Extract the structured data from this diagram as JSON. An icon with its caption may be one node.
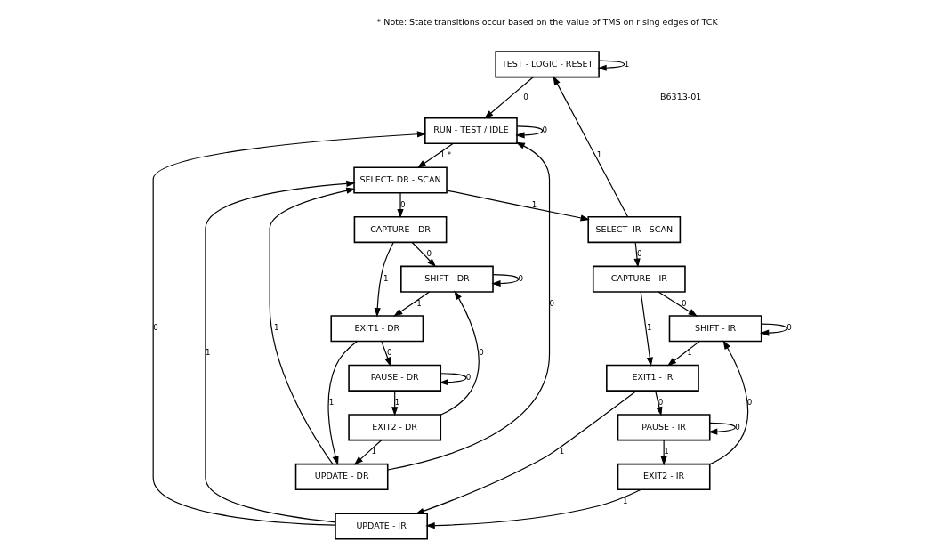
{
  "diagram": {
    "nodes": [
      {
        "text": [
          "TEST - LOGIC - RESET"
        ]
      },
      {
        "text": [
          "RUN - TEST / IDLE"
        ]
      },
      {
        "text": [
          "SELECT- DR - SCAN"
        ]
      },
      {
        "text": [
          "SELECT- IR - SCAN"
        ]
      },
      {
        "text": [
          "CAPTURE - DR"
        ]
      },
      {
        "text": [
          "SHIFT - DR"
        ]
      },
      {
        "text": [
          "EXIT1 - DR"
        ]
      },
      {
        "text": [
          "PAUSE - DR"
        ]
      },
      {
        "text": [
          "EXIT2 - DR"
        ]
      },
      {
        "text": [
          "UPDATE - DR"
        ]
      },
      {
        "text": [
          "CAPTURE - IR"
        ]
      },
      {
        "text": [
          "SHIFT - IR"
        ]
      },
      {
        "text": [
          "EXIT1 - IR"
        ]
      },
      {
        "text": [
          "PAUSE - IR"
        ]
      },
      {
        "text": [
          "EXIT2 - IR"
        ]
      },
      {
        "text": [
          "UPDATE - IR"
        ]
      }
    ],
    "edges": [
      {
        "from": 0,
        "to": 0,
        "arrow": "to",
        "label": "1"
      },
      {
        "from": 0,
        "to": 1,
        "arrow": "to",
        "label": "0"
      },
      {
        "from": 1,
        "to": 1,
        "arrow": "to",
        "label": "0"
      },
      {
        "from": 1,
        "to": 2,
        "arrow": "to",
        "label": "1 *"
      },
      {
        "from": 2,
        "to": 3,
        "arrow": "to",
        "label": "1"
      },
      {
        "from": 3,
        "to": 0,
        "arrow": "to",
        "label": "1"
      },
      {
        "from": 2,
        "to": 4,
        "arrow": "to",
        "label": "0"
      },
      {
        "from": 3,
        "to": 10,
        "arrow": "to",
        "label": "0"
      },
      {
        "from": 4,
        "to": 5,
        "arrow": "to",
        "label": "0"
      },
      {
        "from": 4,
        "to": 6,
        "arrow": "to",
        "label": "1"
      },
      {
        "from": 5,
        "to": 5,
        "arrow": "to",
        "label": "0"
      },
      {
        "from": 5,
        "to": 6,
        "arrow": "to",
        "label": "1"
      },
      {
        "from": 6,
        "to": 7,
        "arrow": "to",
        "label": "0"
      },
      {
        "from": 6,
        "to": 9,
        "arrow": "to",
        "label": "1"
      },
      {
        "from": 7,
        "to": 7,
        "arrow": "to",
        "label": "0"
      },
      {
        "from": 7,
        "to": 8,
        "arrow": "to",
        "label": "1"
      },
      {
        "from": 8,
        "to": 5,
        "arrow": "to",
        "label": "0"
      },
      {
        "from": 8,
        "to": 9,
        "arrow": "to",
        "label": "1"
      },
      {
        "from": 9,
        "to": 2,
        "arrow": "to",
        "label": "1"
      },
      {
        "from": 9,
        "to": 1,
        "arrow": "to",
        "label": "0"
      },
      {
        "from": 10,
        "to": 11,
        "arrow": "to",
        "label": "0"
      },
      {
        "from": 10,
        "to": 12,
        "arrow": "to",
        "label": "1"
      },
      {
        "from": 11,
        "to": 11,
        "arrow": "to",
        "label": "0"
      },
      {
        "from": 11,
        "to": 12,
        "arrow": "to",
        "label": "1"
      },
      {
        "from": 12,
        "to": 13,
        "arrow": "to",
        "label": "0"
      },
      {
        "from": 12,
        "to": 15,
        "arrow": "to",
        "label": "1"
      },
      {
        "from": 13,
        "to": 13,
        "arrow": "to",
        "label": "0"
      },
      {
        "from": 13,
        "to": 14,
        "arrow": "to",
        "label": "1"
      },
      {
        "from": 14,
        "to": 11,
        "arrow": "to",
        "label": "0"
      },
      {
        "from": 14,
        "to": 15,
        "arrow": "to",
        "label": "1"
      },
      {
        "from": 15,
        "to": 2,
        "arrow": "to",
        "label": "1"
      },
      {
        "from": 15,
        "to": 1,
        "arrow": "to",
        "label": "0"
      }
    ],
    "labels": [
      "* Note: State transitions occur based on the value of TMS on rising edges of TCK",
      "B6313-01"
    ]
  }
}
